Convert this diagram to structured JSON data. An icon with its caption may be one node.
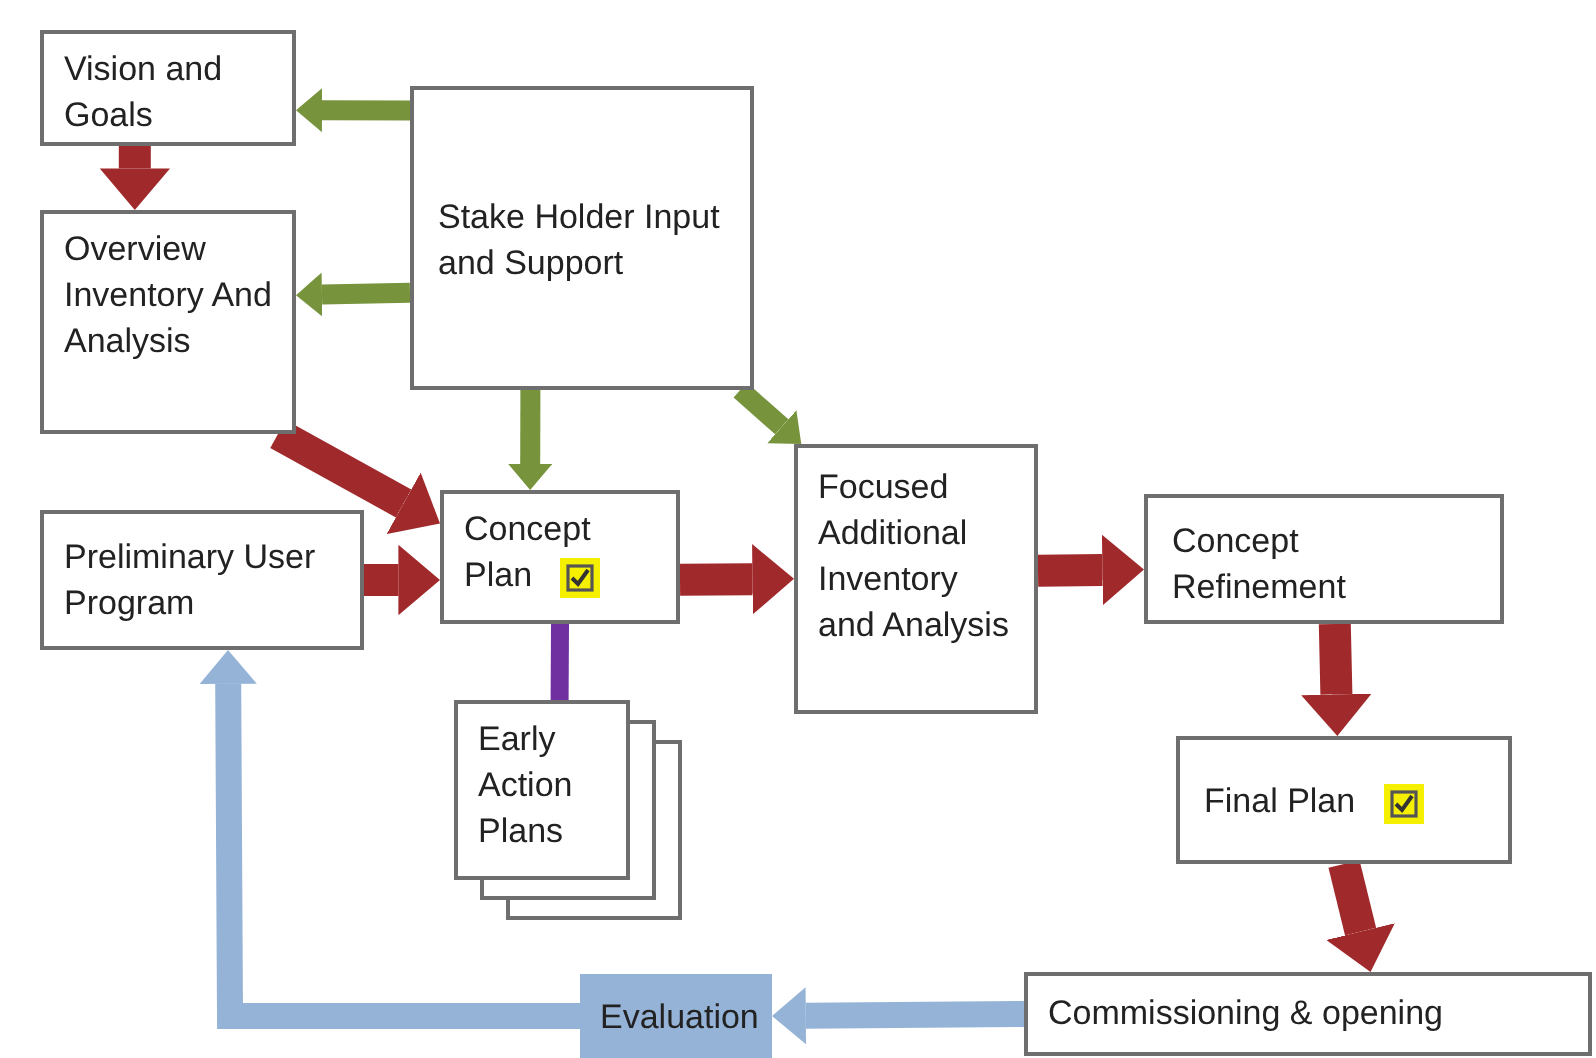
{
  "diagram": {
    "nodes": [
      {
        "text": [
          "Vision and Goals"
        ]
      },
      {
        "text": [
          "Stake Holder Input and Support"
        ]
      },
      {
        "text": [
          "Overview Inventory And Analysis"
        ]
      },
      {
        "text": [
          "Preliminary User Program"
        ]
      },
      {
        "text": [
          "Concept Plan"
        ]
      },
      {
        "text": [
          "Focused Additional Inventory and Analysis"
        ]
      },
      {
        "text": [
          "Concept Refinement"
        ]
      },
      {
        "text": [
          "Early Action Plans"
        ]
      },
      {
        "text": [
          "Final Plan"
        ]
      },
      {
        "text": [
          "Commissioning & opening"
        ]
      },
      {
        "text": [
          "Evaluation"
        ]
      }
    ],
    "edges": [
      {
        "from": 1,
        "to": 0,
        "arrow": "to",
        "color": "#77933c"
      },
      {
        "from": 1,
        "to": 2,
        "arrow": "to",
        "color": "#77933c"
      },
      {
        "from": 1,
        "to": 4,
        "arrow": "to",
        "color": "#77933c"
      },
      {
        "from": 1,
        "to": 5,
        "arrow": "to",
        "color": "#77933c"
      },
      {
        "from": 0,
        "to": 2,
        "arrow": "to"
      },
      {
        "from": 2,
        "to": 4,
        "arrow": "to"
      },
      {
        "from": 3,
        "to": 4,
        "arrow": "to"
      },
      {
        "from": 4,
        "to": 5,
        "arrow": "to"
      },
      {
        "from": 5,
        "to": 6,
        "arrow": "to"
      },
      {
        "from": 4,
        "to": 7,
        "arrow": "none",
        "color": "#7030a0"
      },
      {
        "from": 6,
        "to": 8,
        "arrow": "to"
      },
      {
        "from": 8,
        "to": 9,
        "arrow": "to"
      },
      {
        "from": 9,
        "to": 10,
        "arrow": "to",
        "color": "#95b3d7"
      },
      {
        "from": 10,
        "to": 3,
        "arrow": "to",
        "color": "#95b3d7"
      }
    ]
  }
}
